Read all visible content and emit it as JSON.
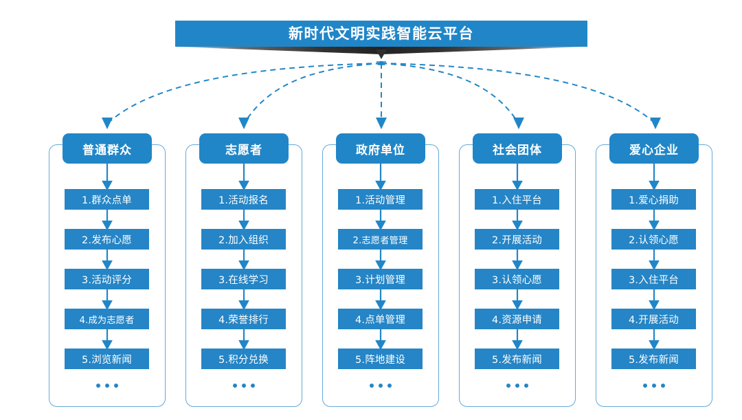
{
  "banner": {
    "title": "新时代文明实践智能云平台"
  },
  "colors": {
    "primary_blue": "#2186c8",
    "item_blue": "#2585c6",
    "container_border": "#63a8d8",
    "banner_shadow": "#2b2b2b",
    "text_on_blue": "#ffffff",
    "background": "#ffffff"
  },
  "ellipsis": {
    "label": "..."
  },
  "columns": [
    {
      "header": "普通群众",
      "items": [
        "1.群众点单",
        "2.发布心愿",
        "3.活动评分",
        "4.成为志愿者",
        "5.浏览新闻"
      ]
    },
    {
      "header": "志愿者",
      "items": [
        "1.活动报名",
        "2.加入组织",
        "3.在线学习",
        "4.荣誉排行",
        "5.积分兑换"
      ]
    },
    {
      "header": "政府单位",
      "items": [
        "1.活动管理",
        "2.志愿者管理",
        "3.计划管理",
        "4.点单管理",
        "5.阵地建设"
      ]
    },
    {
      "header": "社会团体",
      "items": [
        "1.入住平台",
        "2.开展活动",
        "3.认领心愿",
        "4.资源申请",
        "5.发布新闻"
      ]
    },
    {
      "header": "爱心企业",
      "items": [
        "1.爱心捐助",
        "2.认领心愿",
        "3.入住平台",
        "4.开展活动",
        "5.发布新闻"
      ]
    }
  ]
}
